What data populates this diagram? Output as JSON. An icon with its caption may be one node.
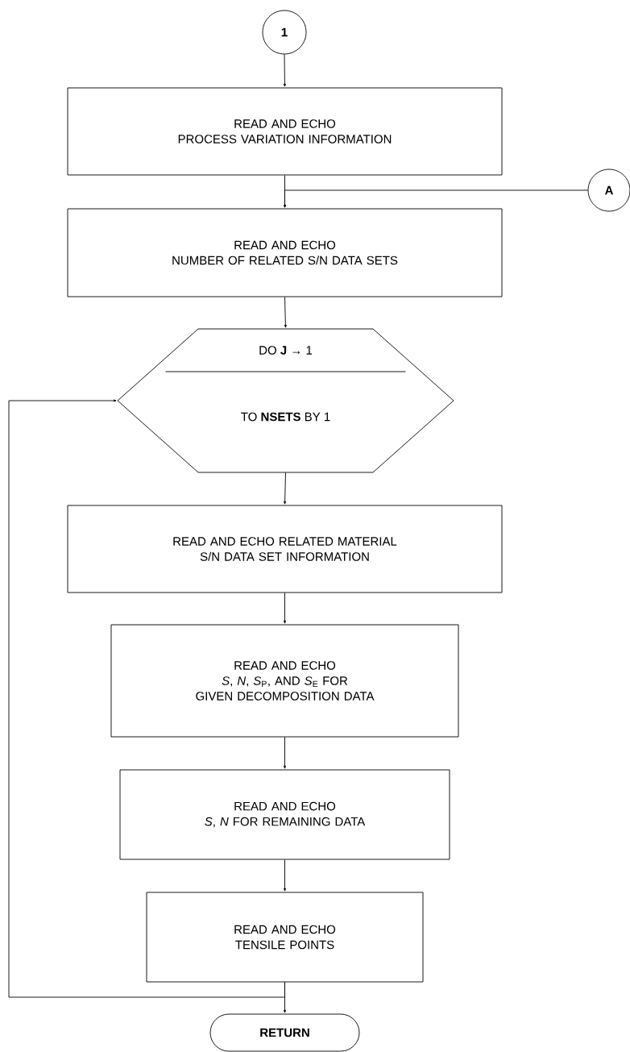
{
  "diagram": {
    "nodes": [
      {
        "text": [
          "1"
        ]
      },
      {
        "text": [
          "READ AND ECHO",
          "PROCESS VARIATION INFORMATION"
        ]
      },
      {
        "text": [
          "A"
        ]
      },
      {
        "text": [
          "READ AND ECHO",
          "NUMBER OF RELATED S/N DATA SETS"
        ]
      },
      {
        "text": [
          "DO **J** → 1",
          "TO **NSETS** BY 1"
        ]
      },
      {
        "text": [
          "READ AND ECHO RELATED MATERIAL S/N DATA SET INFORMATION"
        ]
      },
      {
        "text": [
          "READ AND ECHO",
          "*S*, *N*, *S*$_{P}$, AND *S*$_{E}$ FOR",
          "GIVEN DECOMPOSITION DATA"
        ]
      },
      {
        "text": [
          "READ AND ECHO",
          "*S*, *N* FOR REMAINING DATA"
        ]
      },
      {
        "text": [
          "READ AND ECHO",
          "TENSILE POINTS"
        ]
      },
      {
        "text": [
          "RETURN"
        ]
      }
    ],
    "edges": [
      {
        "from": 0,
        "to": 1,
        "arrow": "to"
      },
      {
        "from": 1,
        "to": 3,
        "arrow": "to"
      },
      {
        "from": 2,
        "to": 3,
        "arrow": "to"
      },
      {
        "from": 3,
        "to": 4,
        "arrow": "to"
      },
      {
        "from": 4,
        "to": 5,
        "arrow": "to"
      },
      {
        "from": 5,
        "to": 6,
        "arrow": "to"
      },
      {
        "from": 6,
        "to": 7,
        "arrow": "to"
      },
      {
        "from": 7,
        "to": 8,
        "arrow": "to"
      },
      {
        "from": 8,
        "to": 9,
        "arrow": "to"
      },
      {
        "from": 8,
        "to": 4,
        "arrow": "to"
      }
    ]
  }
}
